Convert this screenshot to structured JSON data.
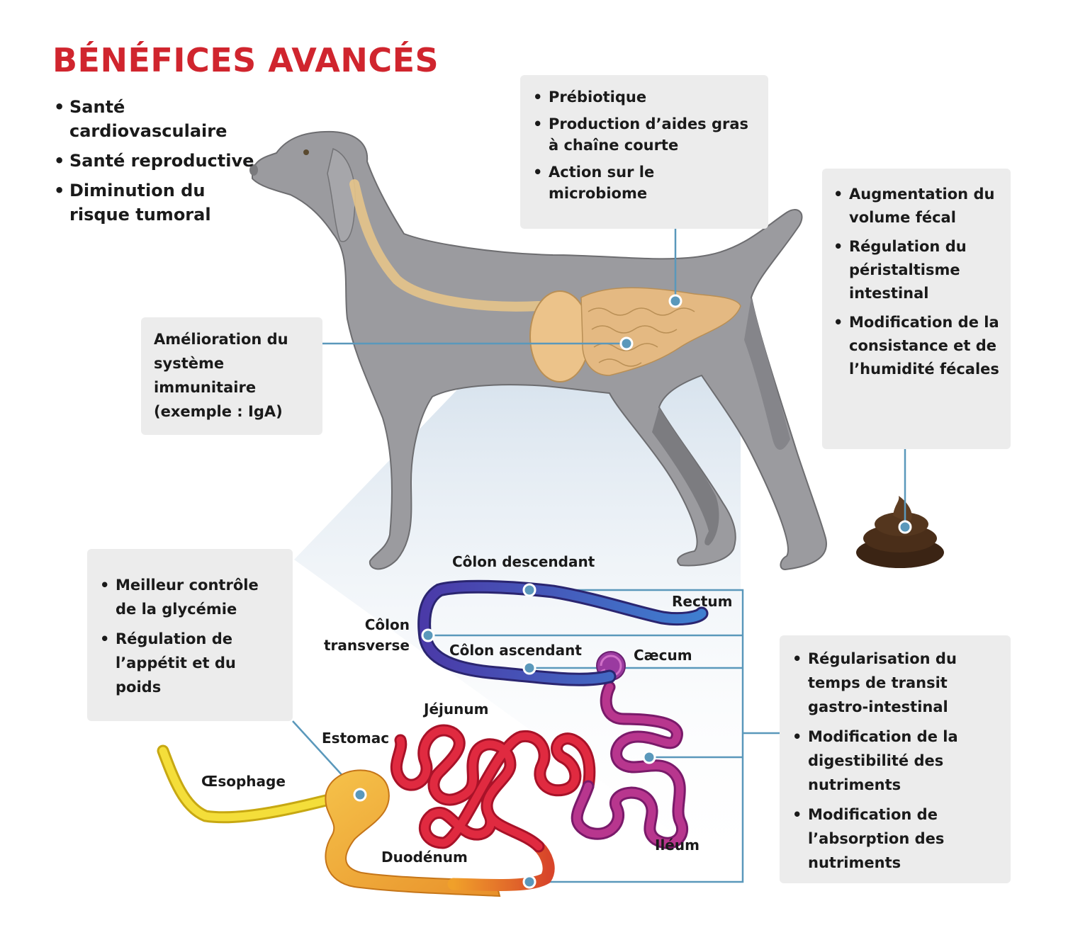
{
  "title": "BÉNÉFICES AVANCÉS",
  "colors": {
    "title": "#d0252e",
    "callout_bg": "#ececec",
    "leader_line": "#5a98bb",
    "dog": "#9b9b9f"
  },
  "top_left_list": [
    "Santé cardiovasculaire",
    "Santé reproductive",
    "Diminution du risque tumoral"
  ],
  "box_colon": [
    "Prébiotique",
    "Production d’aides gras à chaîne courte",
    "Action sur le microbiome"
  ],
  "box_feces": [
    "Augmentation du volume fécal",
    "Régulation du péristaltisme intestinal",
    "Modification de la consistance et de l’humidité fécales"
  ],
  "box_immune": "Amélioration du système immunitaire (exemple : IgA)",
  "box_glycemia": [
    "Meilleur contrôle de la glycémie",
    "Régulation de l’appétit et du poids"
  ],
  "box_transit": [
    "Régularisation du temps de transit gastro-intestinal",
    "Modification de la digestibilité des nutriments",
    "Modification de l’absorption des nutriments"
  ],
  "gut_labels": {
    "colon_descendant": "Côlon descendant",
    "rectum": "Rectum",
    "colon_transverse_1": "Côlon",
    "colon_transverse_2": "transverse",
    "colon_ascendant": "Côlon ascendant",
    "caecum": "Cæcum",
    "jejunum": "Jéjunum",
    "estomac": "Estomac",
    "oesophage": "Œsophage",
    "duodenum": "Duodénum",
    "ileum": "Iléum"
  }
}
